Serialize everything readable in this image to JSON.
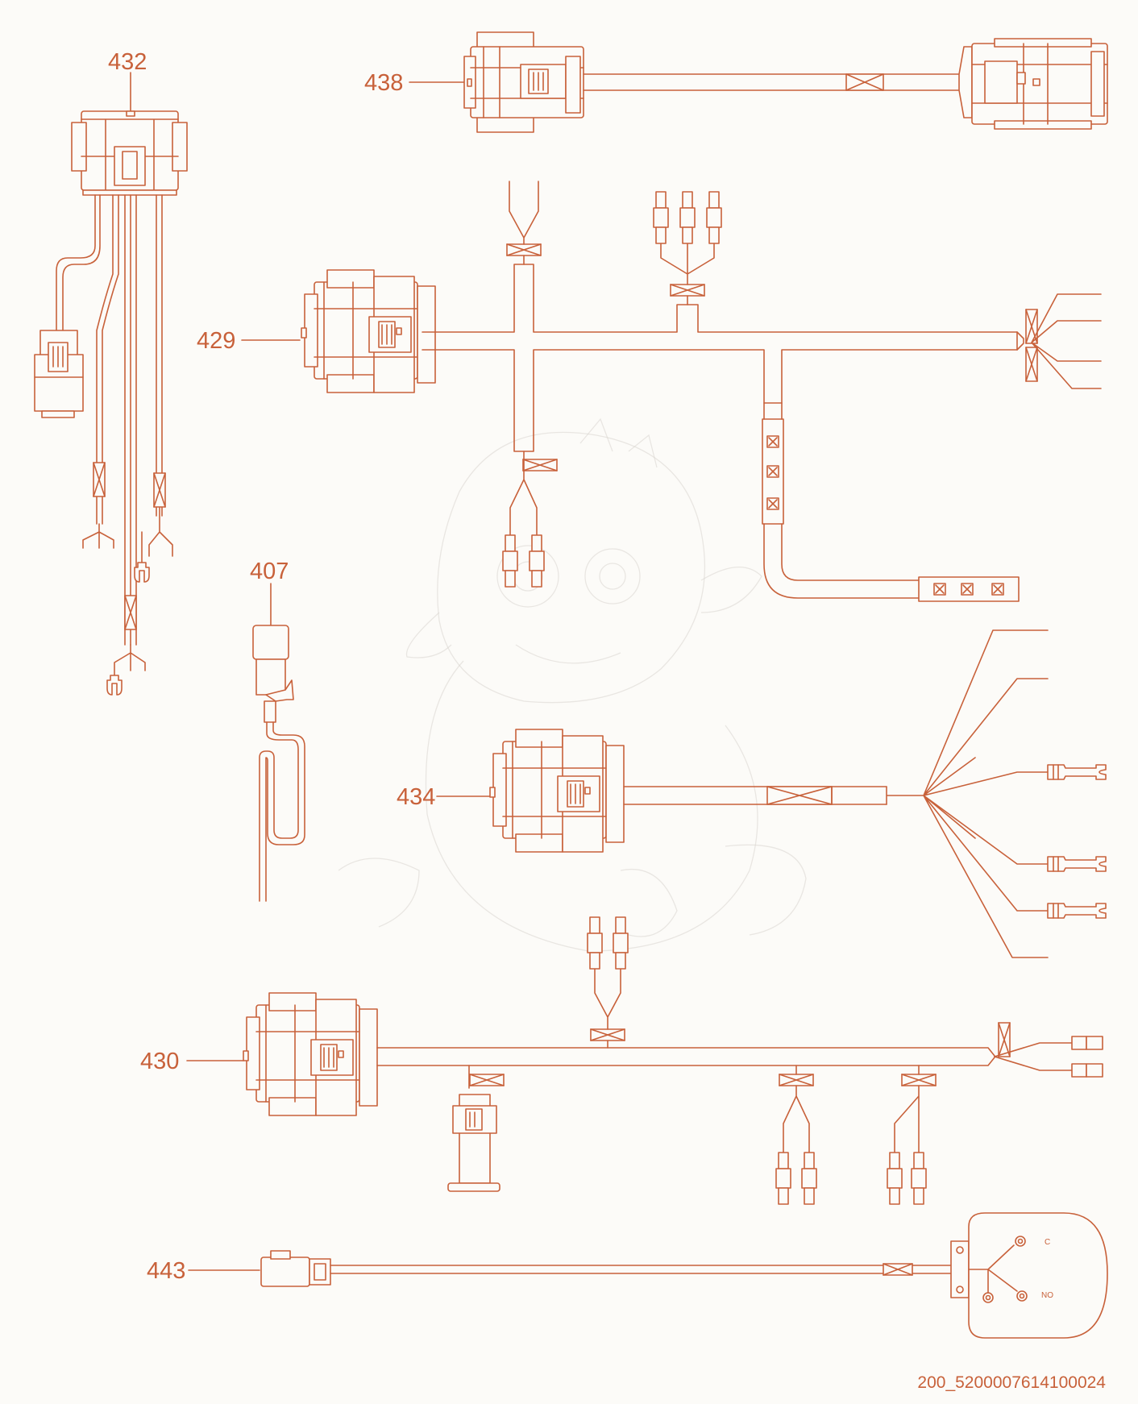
{
  "callouts": [
    "432",
    "438",
    "429",
    "407",
    "434",
    "430",
    "443"
  ],
  "switch_labels": {
    "c": "C",
    "no": "NO"
  },
  "drawing_reference": "200_5200007614100024",
  "colors": {
    "line": "#c8613a",
    "background": "#fcfbf8",
    "watermark": "#d9d6d0"
  }
}
